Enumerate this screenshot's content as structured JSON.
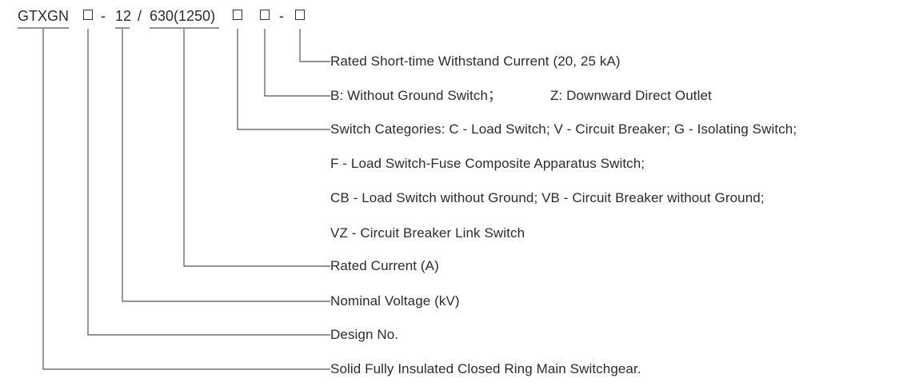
{
  "model_code": {
    "prefix": "GTXGN",
    "dash1": "-",
    "voltage": "12",
    "slash": "/",
    "current": "630(1250)",
    "dash2": "-"
  },
  "descriptions": {
    "short_time_current": "Rated Short-time Withstand Current (20, 25 kA)",
    "ground_outlet_b": "B: Without Ground Switch；",
    "ground_outlet_z": "Z: Downward Direct Outlet",
    "switch_categories_1": "Switch Categories:  C - Load Switch;  V - Circuit Breaker;  G - Isolating Switch;",
    "switch_categories_2": "F - Load Switch-Fuse Composite Apparatus Switch;",
    "switch_categories_3": "CB - Load Switch without Ground;  VB - Circuit Breaker without Ground;",
    "switch_categories_4": "VZ - Circuit Breaker Link Switch",
    "rated_current": "Rated Current (A)",
    "nominal_voltage": "Nominal Voltage (kV)",
    "design_no": "Design No.",
    "product_type": "Solid Fully Insulated Closed Ring Main Switchgear."
  }
}
